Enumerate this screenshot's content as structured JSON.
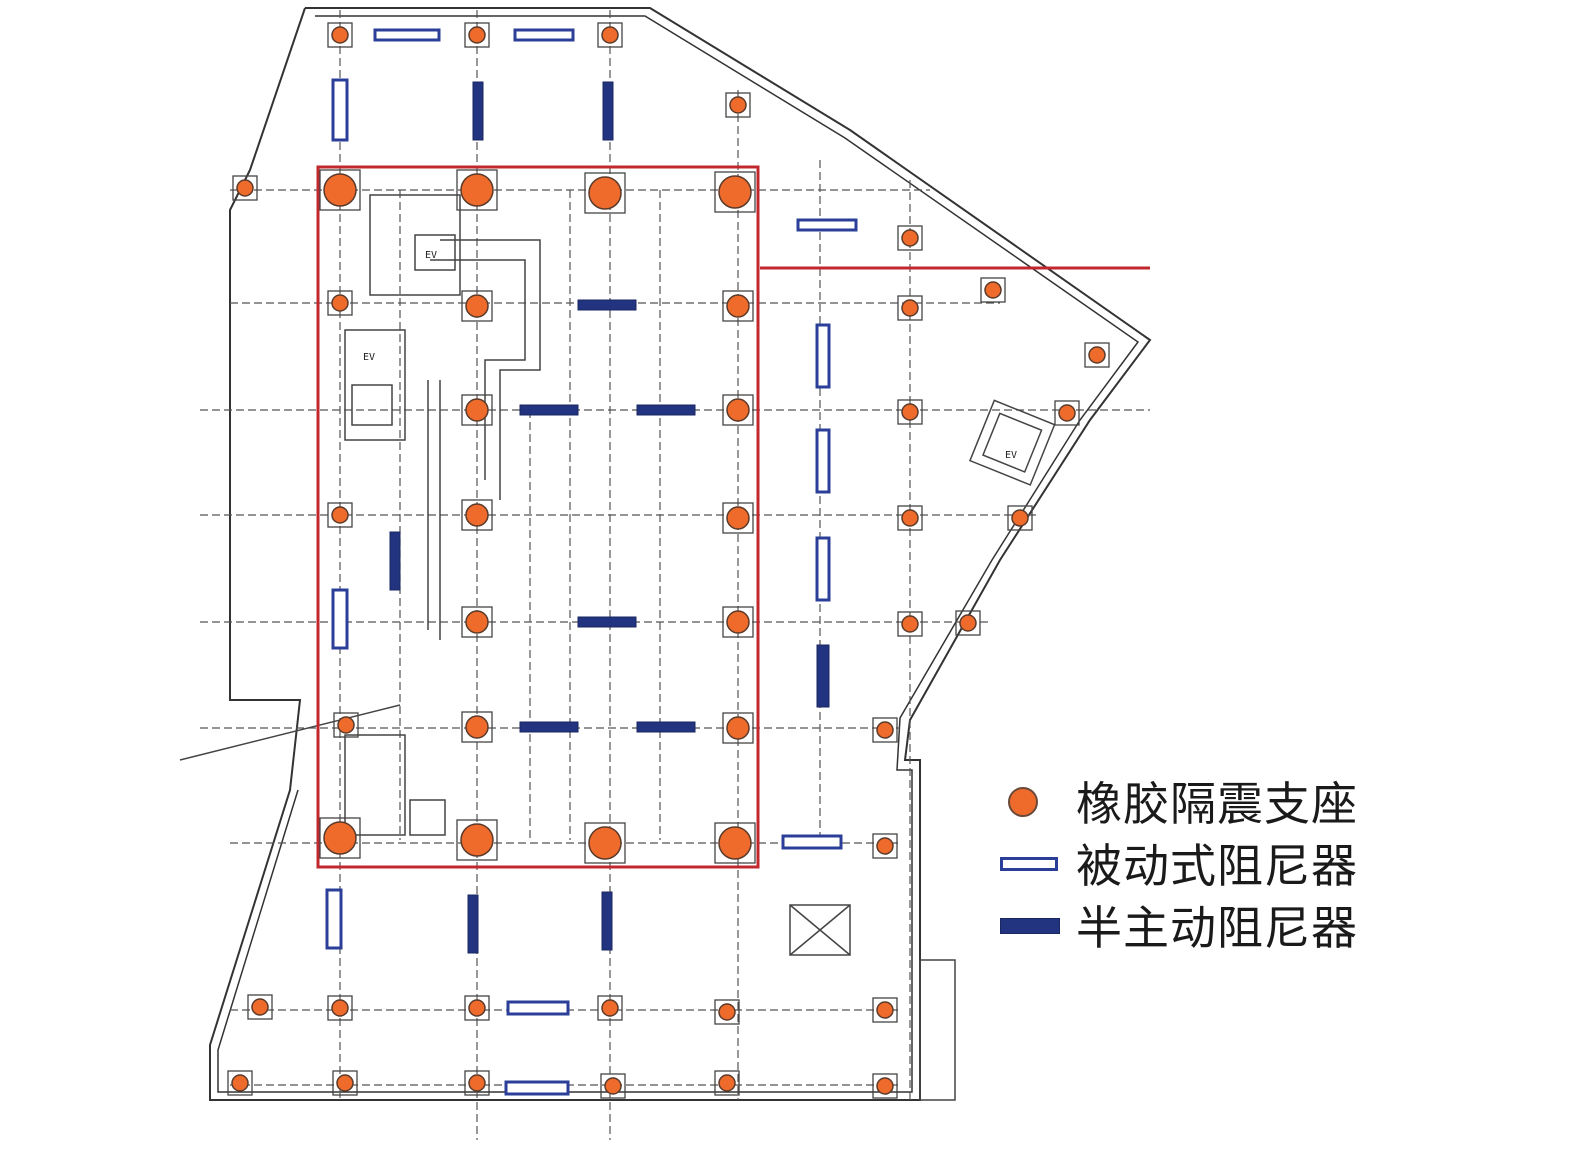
{
  "legend": {
    "bearing_label": "橡胶隔震支座",
    "passive_label": "被动式阻尼器",
    "semi_active_label": "半主动阻尼器"
  },
  "plan_labels": {
    "ev_top": "EV",
    "ev_right": "EV",
    "ev_left": "EV"
  },
  "colors": {
    "bearing_fill": "#ef6b2c",
    "passive_stroke": "#2b3f98",
    "semi_active_fill": "#22337f",
    "highlight_frame": "#c0282d"
  }
}
